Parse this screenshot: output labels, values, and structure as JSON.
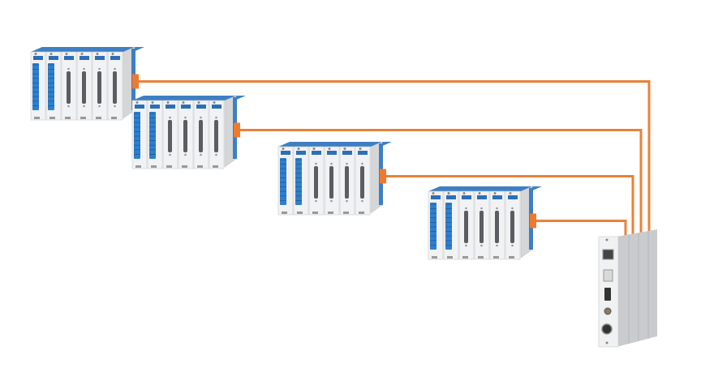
{
  "colors": {
    "cable": "#e8823a",
    "connector": "#ee7a30",
    "rail_blue": "#3d7fc4",
    "terminal_blue": "#2f7fcf",
    "module_face": "#f1f2f3",
    "side_panel": "#d4d6d8",
    "controller_body": "#c9cbce"
  },
  "racks": [
    {
      "modules": [
        "terminal",
        "terminal",
        "dsub",
        "dsub",
        "dsub",
        "dsub"
      ]
    },
    {
      "modules": [
        "terminal",
        "terminal",
        "dsub",
        "dsub",
        "dsub",
        "dsub"
      ]
    },
    {
      "modules": [
        "terminal",
        "terminal",
        "dsub",
        "dsub",
        "dsub",
        "dsub"
      ]
    },
    {
      "modules": [
        "terminal",
        "terminal",
        "dsub",
        "dsub",
        "dsub",
        "dsub"
      ]
    }
  ],
  "controller": {
    "ports": [
      "ethernet",
      "usb-dual",
      "usb",
      "circular-connector",
      "m12-connector"
    ]
  }
}
